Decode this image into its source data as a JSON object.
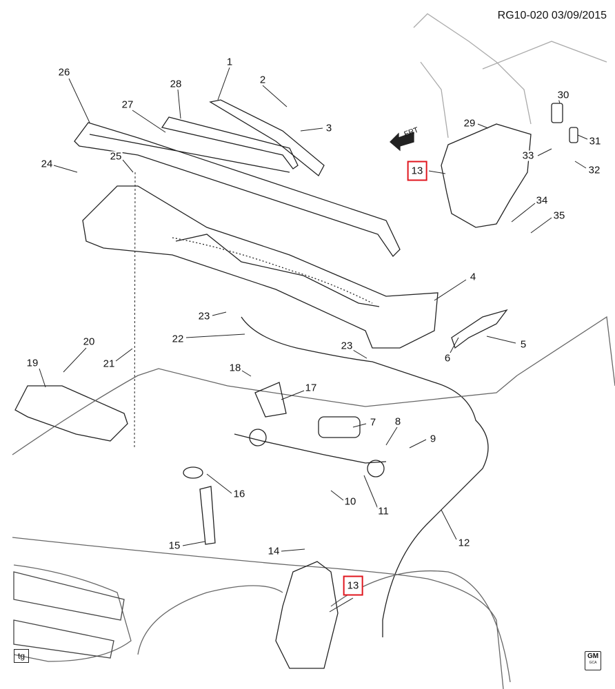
{
  "header": {
    "code": "RG10-020",
    "date": "03/09/2015"
  },
  "front_arrow_label": "FRT",
  "footer": {
    "tag": "tg",
    "logo": "GM",
    "logo_sub": "GCA"
  },
  "callouts": {
    "c1": "1",
    "c2": "2",
    "c3": "3",
    "c4": "4",
    "c5": "5",
    "c6": "6",
    "c7": "7",
    "c8": "8",
    "c9": "9",
    "c10": "10",
    "c11": "11",
    "c12": "12",
    "c13a": "13",
    "c13b": "13",
    "c14": "14",
    "c15": "15",
    "c16": "16",
    "c17": "17",
    "c18": "18",
    "c19": "19",
    "c20": "20",
    "c21": "21",
    "c22": "22",
    "c23a": "23",
    "c23b": "23",
    "c24": "24",
    "c25": "25",
    "c26": "26",
    "c27": "27",
    "c28": "28",
    "c29": "29",
    "c30": "30",
    "c31": "31",
    "c32": "32",
    "c33": "33",
    "c34": "34",
    "c35": "35"
  },
  "highlight_color": "#e0161e"
}
